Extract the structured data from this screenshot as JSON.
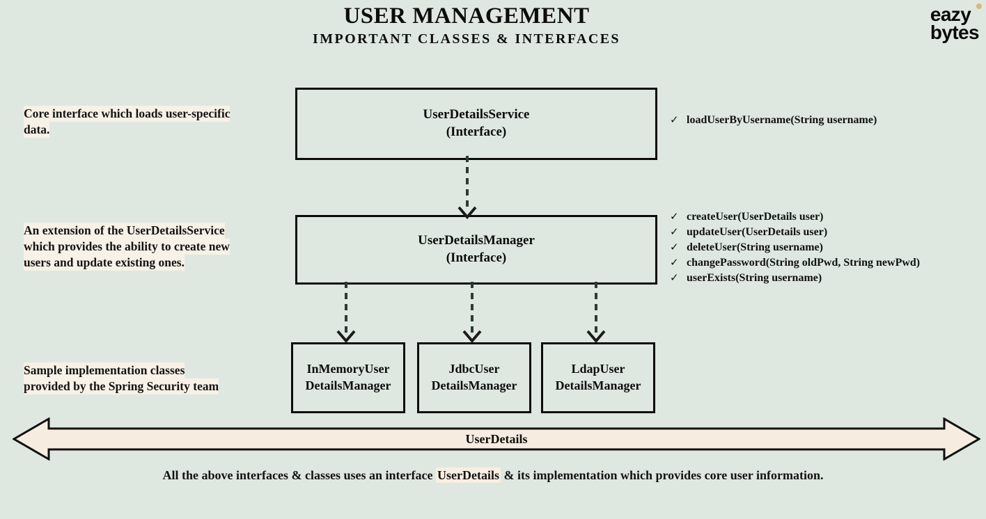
{
  "header": {
    "title": "USER MANAGEMENT",
    "subtitle": "IMPORTANT CLASSES & INTERFACES",
    "logo_line1": "eazy",
    "logo_line2": "bytes"
  },
  "annotations": [
    {
      "id": "userdetailsservice-note",
      "line1": "Core interface which loads user-specific",
      "line2": "data."
    },
    {
      "id": "userdetailsmanager-note",
      "line1": "An extension of  the UserDetailsService",
      "line2": "which provides the ability to create new",
      "line3": "users and update existing ones."
    },
    {
      "id": "implementations-note",
      "line1": "Sample implementation classes",
      "line2": "provided by the Spring Security team"
    }
  ],
  "nodes": {
    "service": {
      "name": "UserDetailsService",
      "kind": "(Interface)"
    },
    "manager": {
      "name": "UserDetailsManager",
      "kind": "(Interface)"
    },
    "inmemory": {
      "line1": "InMemoryUser",
      "line2": "DetailsManager"
    },
    "jdbc": {
      "line1": "JdbcUser",
      "line2": "DetailsManager"
    },
    "ldap": {
      "line1": "LdapUser",
      "line2": "DetailsManager"
    }
  },
  "methods": {
    "bullet": "✓",
    "service": [
      "loadUserByUsername(String username)"
    ],
    "manager": [
      "createUser(UserDetails user)",
      "updateUser(UserDetails user)",
      "deleteUser(String username)",
      "changePassword(String oldPwd, String newPwd)",
      "userExists(String username)"
    ]
  },
  "band": {
    "label": "UserDetails"
  },
  "caption": {
    "part1": "All the above interfaces & classes uses an interface ",
    "highlight": "UserDetails",
    "part2": " & its implementation which provides core user information."
  },
  "colors": {
    "background": "#dee8e0",
    "highlight": "#f8f1e7",
    "band_fill": "#f7ece0",
    "stroke": "#0b0b0b",
    "logo_dot": "#d9b779"
  }
}
